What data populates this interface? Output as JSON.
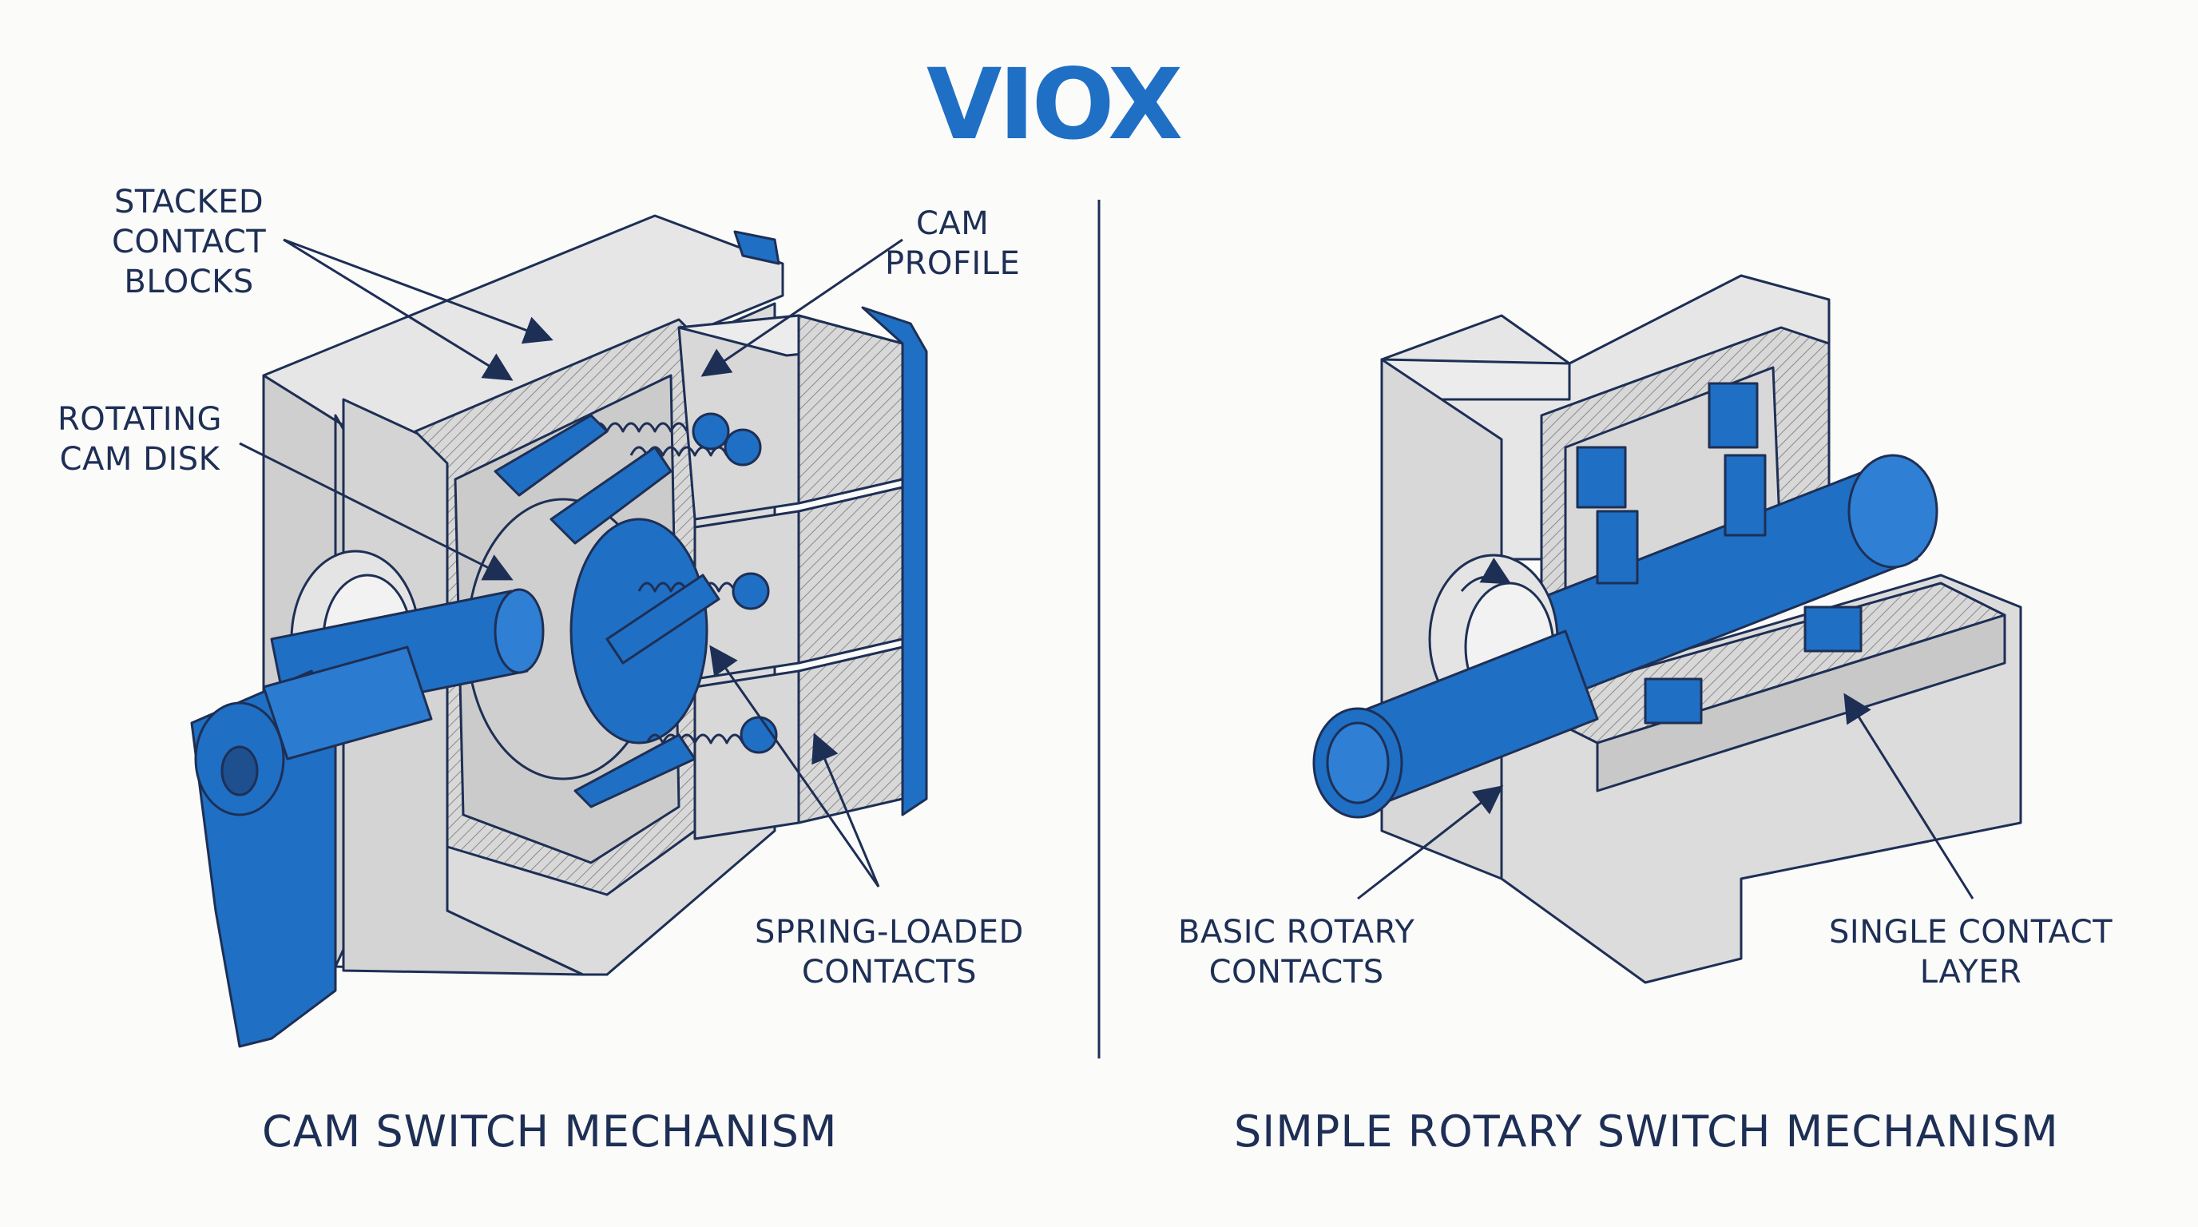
{
  "brand": {
    "logo_text": "VIOX",
    "accent": "#1f6fc4",
    "text_color": "#1e2f55"
  },
  "left_panel": {
    "title": "CAM SWITCH MECHANISM",
    "labels": {
      "stacked_line1": "STACKED",
      "stacked_line2": "CONTACT",
      "stacked_line3": "BLOCKS",
      "cam_disk_line1": "ROTATING",
      "cam_disk_line2": "CAM DISK",
      "cam_profile_line1": "CAM",
      "cam_profile_line2": "PROFILE",
      "spring_line1": "SPRING-LOADED",
      "spring_line2": "CONTACTS"
    }
  },
  "right_panel": {
    "title": "SIMPLE ROTARY SWITCH MECHANISM",
    "labels": {
      "basic_line1": "BASIC ROTARY",
      "basic_line2": "CONTACTS",
      "single_line1": "SINGLE CONTACT",
      "single_line2": "LAYER"
    }
  }
}
